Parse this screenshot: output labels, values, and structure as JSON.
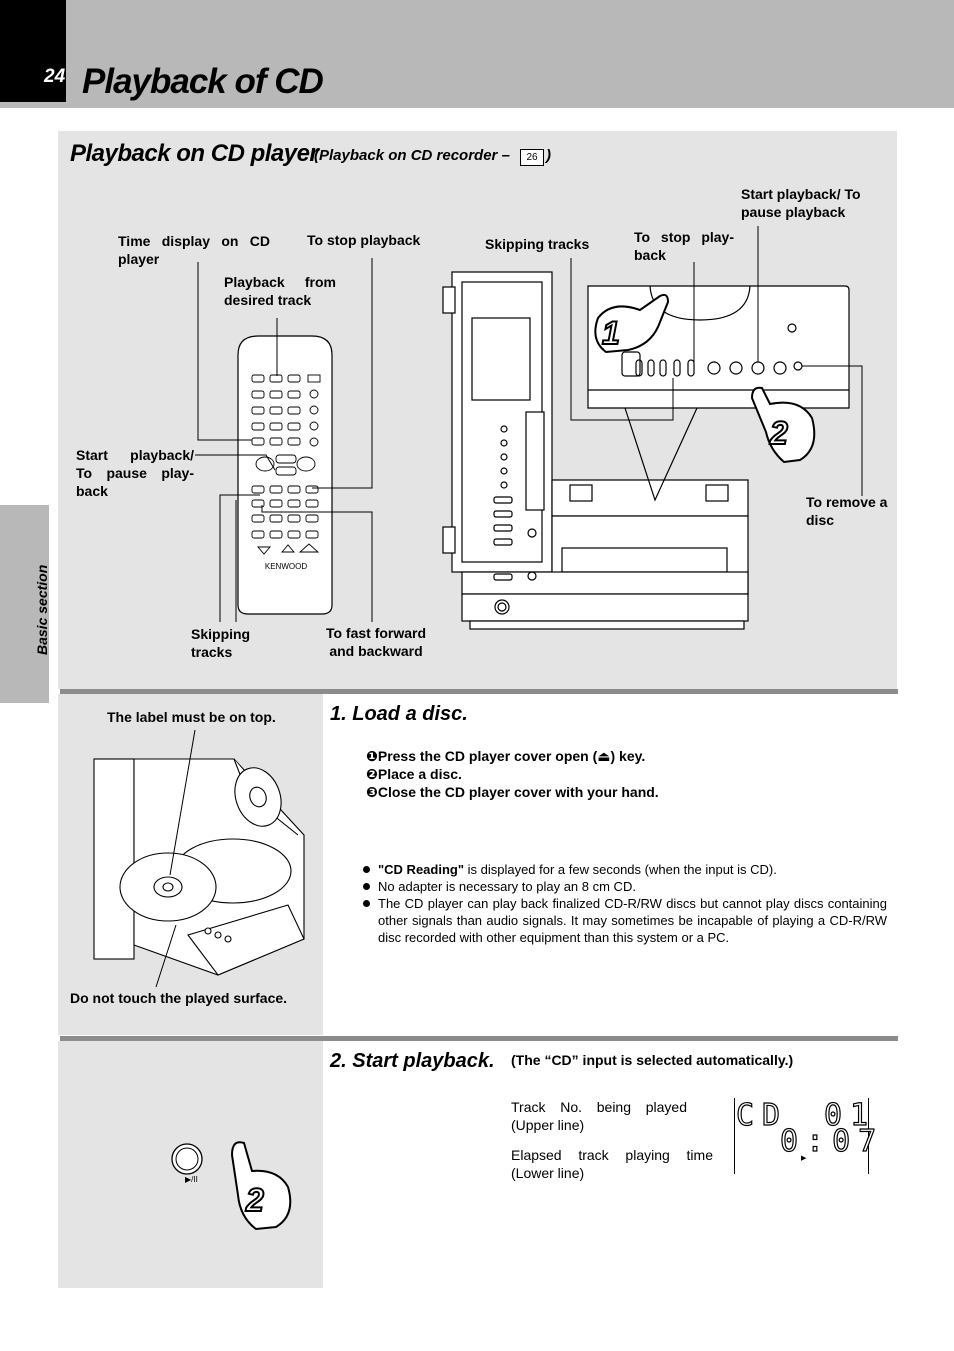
{
  "header": {
    "page_number": "24",
    "title": "Playback of CD"
  },
  "side_tab": {
    "label": "Basic section"
  },
  "section": {
    "title": "Playback on CD player",
    "subtitle": "(Playback on CD recorder –",
    "ref_page": "26",
    "subtitle_close": ")"
  },
  "callouts": {
    "time_display": "Time display on CD player",
    "to_stop_playback_remote": "To stop playback",
    "playback_from_track": "Playback from desired track",
    "start_pause_remote": "Start playback/ To pause play-back",
    "skipping_tracks_remote": "Skipping tracks",
    "fast_forward": "To fast forward and backward",
    "skipping_tracks_unit": "Skipping tracks",
    "to_stop_playback_unit": "To stop play-back",
    "start_pause_unit": "Start playback/ To pause playback",
    "remove_disc": "To remove a disc"
  },
  "remote": {
    "brand": "KENWOOD"
  },
  "hand_numbers": [
    "1",
    "2"
  ],
  "step1": {
    "title": "1.  Load a disc.",
    "label_top": "The label must be on top.",
    "label_bottom": "Do not touch the played surface.",
    "sub_steps": [
      {
        "marker": "❶",
        "text": "Press the CD player cover open (⏏) key."
      },
      {
        "marker": "❷",
        "text": "Place a disc."
      },
      {
        "marker": "❸",
        "text": "Close the CD player cover with your hand."
      }
    ],
    "notes": [
      {
        "bold": "\"CD Reading\"",
        "text": " is displayed for a few seconds (when the input is CD)."
      },
      {
        "bold": "",
        "text": "No adapter is necessary to play an 8 cm CD."
      },
      {
        "bold": "",
        "text": "The CD player can play back finalized CD-R/RW discs but cannot play discs containing other signals than audio signals. It may sometimes be incapable of playing a CD-R/RW disc recorded with other equipment than this system or a PC."
      }
    ]
  },
  "step2": {
    "title": "2.  Start playback.",
    "note": "(The “CD” input is selected automatically.)",
    "button_symbol": "▶/II",
    "hand_number": "2",
    "display_labels": {
      "upper": "Track No. being played (Upper line)",
      "lower": "Elapsed track playing time (Lower line)"
    },
    "display": {
      "line1_left": "CD",
      "line1_right": "01",
      "line2": "0:07",
      "play_indicator": "▶"
    }
  }
}
